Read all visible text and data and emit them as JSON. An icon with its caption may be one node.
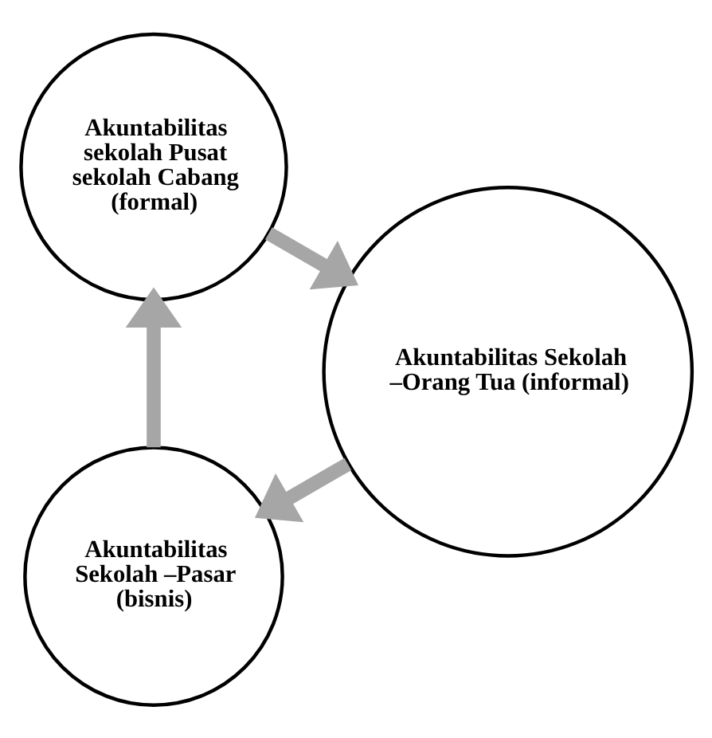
{
  "diagram": {
    "nodes": [
      {
        "text": [
          "Akuntabilitas Sekolah –Pasar (bisnis)"
        ]
      },
      {
        "text": [
          "Akuntabilitas sekolah Pusat sekolah Cabang (formal)"
        ]
      },
      {
        "text": [
          "Akuntabilitas Sekolah –Orang Tua (informal)"
        ]
      }
    ],
    "edges": [
      {
        "from": 0,
        "to": 1,
        "arrow": "to"
      },
      {
        "from": 1,
        "to": 2,
        "arrow": "to"
      },
      {
        "from": 2,
        "to": 0,
        "arrow": "to"
      }
    ]
  }
}
